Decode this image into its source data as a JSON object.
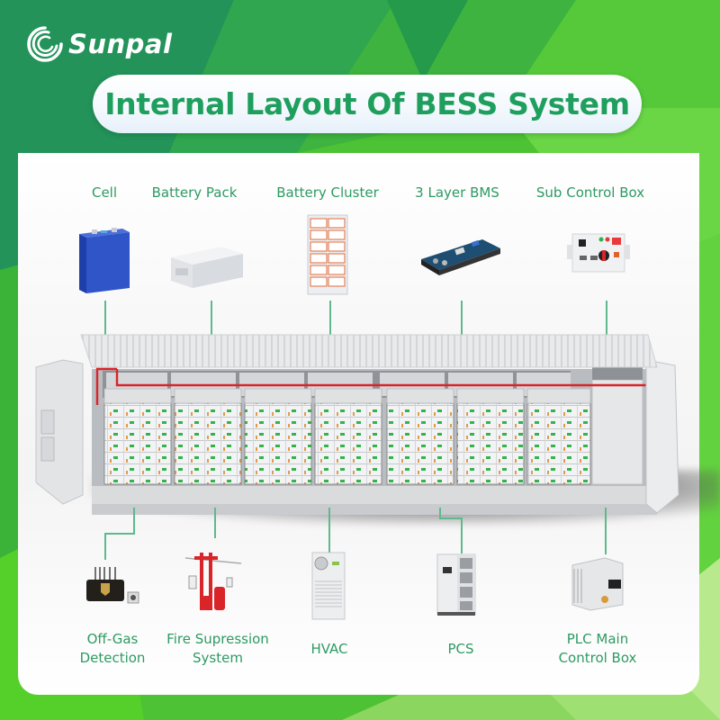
{
  "brand": {
    "name": "Sunpal",
    "logo_icon": "sunpal-swirl-logo-icon"
  },
  "title": "Internal Layout Of BESS System",
  "colors": {
    "label_green": "#2e9a63",
    "title_green": "#1f9f5d",
    "connector_green": "#5fb98d",
    "background_green": "#4fc43a",
    "cable_red": "#d9252a"
  },
  "diagram": {
    "center": "BESS container (cutaway view)",
    "top_components": [
      {
        "label": "Cell",
        "icon": "battery-cell-icon"
      },
      {
        "label": "Battery Pack",
        "icon": "battery-pack-icon"
      },
      {
        "label": "Battery Cluster",
        "icon": "battery-cluster-icon"
      },
      {
        "label": "3 Layer BMS",
        "icon": "bms-circuit-board-icon"
      },
      {
        "label": "Sub Control Box",
        "icon": "sub-control-box-icon"
      }
    ],
    "bottom_components": [
      {
        "label_line1": "Off-Gas",
        "label_line2": "Detection",
        "icon": "gas-detector-icon"
      },
      {
        "label_line1": "Fire Supression",
        "label_line2": "System",
        "icon": "fire-suppression-icon"
      },
      {
        "label_line1": "HVAC",
        "label_line2": "",
        "icon": "hvac-unit-icon"
      },
      {
        "label_line1": "PCS",
        "label_line2": "",
        "icon": "pcs-cabinet-icon"
      },
      {
        "label_line1": "PLC Main",
        "label_line2": "Control Box",
        "icon": "plc-control-box-icon"
      }
    ]
  }
}
